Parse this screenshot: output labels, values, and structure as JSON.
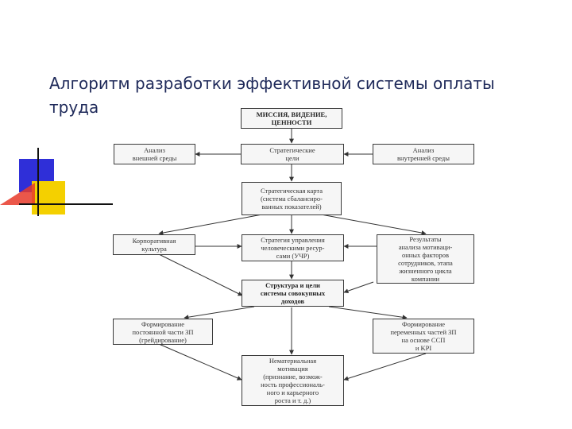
{
  "slide": {
    "title": "Алгоритм разработки эффективной системы оплаты труда",
    "colors": {
      "title": "#1f2a5a",
      "deco_blue": "#2f2fd8",
      "deco_yellow": "#f4d000",
      "deco_red": "#e83a2a",
      "deco_line": "#111111"
    }
  },
  "diagram": {
    "mission": "МИССИЯ, ВИДЕНИЕ,\nЦЕННОСТИ",
    "external_analysis": "Анализ\nвнешней среды",
    "strategic_goals": "Стратегические\nцели",
    "internal_analysis": "Анализ\nвнутренней среды",
    "strategy_map": "Стратегическая карта\n(система сбалансиро-\nванных показателей)",
    "corporate_culture": "Корпоративная\nкультура",
    "hr_strategy": "Стратегия управления\nчеловеческими ресур-\nсами (УЧР)",
    "motivation_results": "Результаты\nанализа мотиваци-\nонных факторов\nсотрудников, этапа\nжизненного цикла\nкомпании",
    "structure_goals": "Структура и цели\nсистемы совокупных\nдоходов",
    "fixed_pay": "Формирование\nпостоянной части ЗП\n(грейдирование)",
    "variable_pay": "Формирование\nпеременных частей ЗП\nна основе ССП\nи KPI",
    "nonmaterial": "Нематериальная\nмотивация\n(признание, возмож-\nность профессиональ-\nного и карьерного\nроста и т. д.)"
  }
}
